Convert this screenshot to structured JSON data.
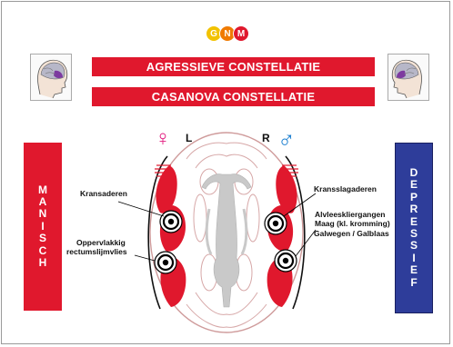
{
  "logo": {
    "letters": [
      "G",
      "N",
      "M"
    ],
    "colors": [
      "#f2c200",
      "#f07a00",
      "#e0182d"
    ]
  },
  "banners": {
    "top": "AGRESSIEVE CONSTELLATIE",
    "bottom": "CASANOVA CONSTELLATIE"
  },
  "left_bar": {
    "letters": [
      "M",
      "A",
      "N",
      "I",
      "S",
      "C",
      "H"
    ],
    "color": "#e0182d"
  },
  "right_bar": {
    "letters": [
      "D",
      "E",
      "P",
      "R",
      "E",
      "S",
      "S",
      "I",
      "E",
      "F"
    ],
    "color": "#2e3d9a"
  },
  "symbols": {
    "female": "♀",
    "male": "♂",
    "left_letter": "L",
    "right_letter": "R",
    "female_color": "#e2197e",
    "male_color": "#1c7fd0"
  },
  "labels": {
    "kransaderen": "Kransaderen",
    "oppervlakkig_1": "Oppervlakkig",
    "oppervlakkig_2": "rectumslijmvlies",
    "kransslagaderen": "Kransslagaderen",
    "alvlees": "Alvleeskliergangen",
    "maag": "Maag (kl. kromming)",
    "galwegen": "Galwegen / Galblaas"
  },
  "colors": {
    "relay": "#e0182d",
    "brain_outline": "#d49a9a",
    "brain_gray": "#c8c8c8"
  }
}
